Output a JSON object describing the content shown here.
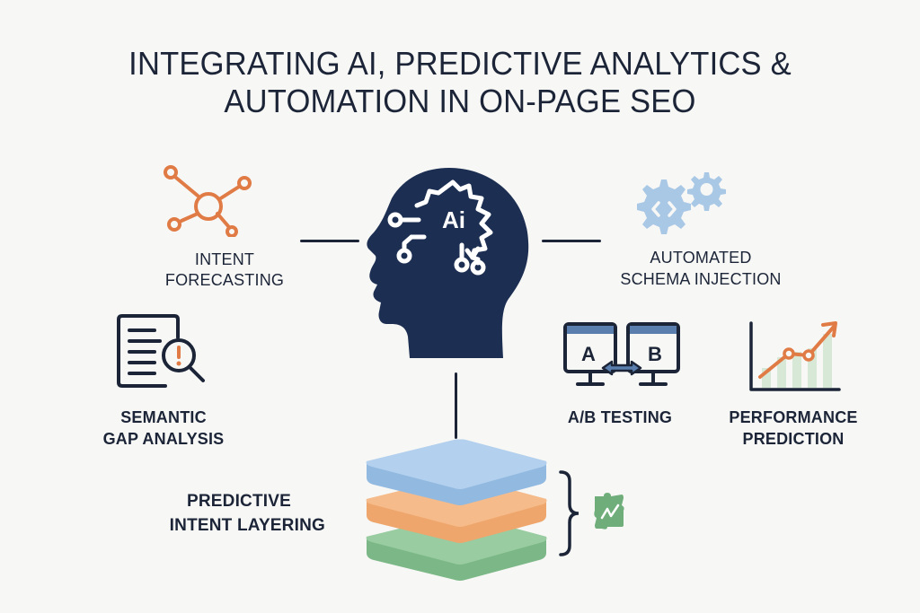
{
  "title": {
    "line1": "INTEGRATING AI, PREDICTIVE ANALYTICS &",
    "line2": "AUTOMATION IN ON-PAGE SEO"
  },
  "center": {
    "icon": "ai-head-icon",
    "badge_text": "Ai"
  },
  "nodes": [
    {
      "id": "intent-forecasting",
      "icon": "network-nodes-icon",
      "line1": "INTENT",
      "line2": "FORECASTING",
      "color": "#e07b45"
    },
    {
      "id": "automated-schema-injection",
      "icon": "code-gears-icon",
      "line1": "AUTOMATED",
      "line2": "SCHEMA INJECTION",
      "color": "#a9c8e6"
    },
    {
      "id": "semantic-gap-analysis",
      "icon": "document-magnifier-icon",
      "line1": "SEMANTIC",
      "line2": "GAP ANALYSIS",
      "color": "#1c2538"
    },
    {
      "id": "ab-testing",
      "icon": "ab-monitors-icon",
      "line1": "A/B TESTING",
      "line2": "",
      "color": "#1c2538"
    },
    {
      "id": "performance-prediction",
      "icon": "trend-chart-icon",
      "line1": "PERFORMANCE",
      "line2": "PREDICTION",
      "color": "#e07b45"
    },
    {
      "id": "predictive-intent-layering",
      "icon": "stacked-layers-icon",
      "line1": "PREDICTIVE",
      "line2": "INTENT LAYERING",
      "color": "#6fb07a"
    }
  ],
  "layers": {
    "colors": [
      "#a9c9ea",
      "#f3b27e",
      "#8cc694"
    ],
    "badge_icon": "green-puzzle-check-icon",
    "badge_color": "#6fae7a"
  },
  "colors": {
    "navy": "#1c2f52",
    "text": "#1c2538",
    "orange": "#e07b45",
    "light_blue": "#a9c8e6",
    "green": "#6fae7a",
    "background": "#f7f7f5"
  }
}
